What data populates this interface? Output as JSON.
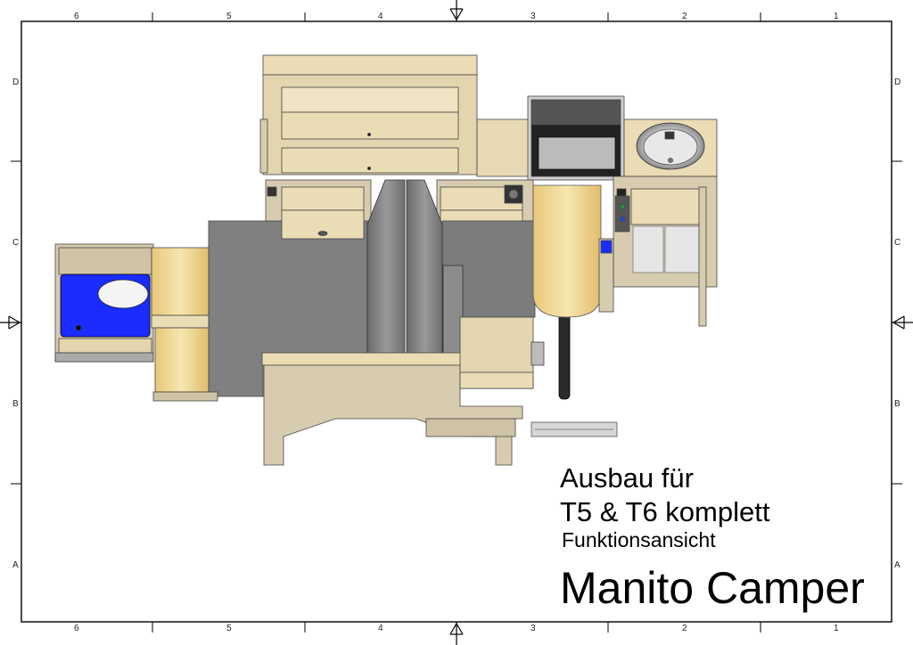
{
  "frame": {
    "columns_top": [
      "6",
      "5",
      "4",
      "3",
      "2",
      "1"
    ],
    "columns_bottom": [
      "6",
      "5",
      "4",
      "3",
      "2",
      "1"
    ],
    "rows_left": [
      "D",
      "C",
      "B",
      "A"
    ],
    "rows_right": [
      "D",
      "C",
      "B",
      "A"
    ]
  },
  "title_block": {
    "line1": "Ausbau für",
    "line2": "T5 & T6  komplett",
    "line3": "Funktionsansicht",
    "brand": "Manito Camper"
  },
  "colors": {
    "wood": "#eadcb4",
    "board": "#d8ccb0",
    "grey": "#808080",
    "blue": "#1020ff",
    "steel": "#2a2a2a"
  }
}
